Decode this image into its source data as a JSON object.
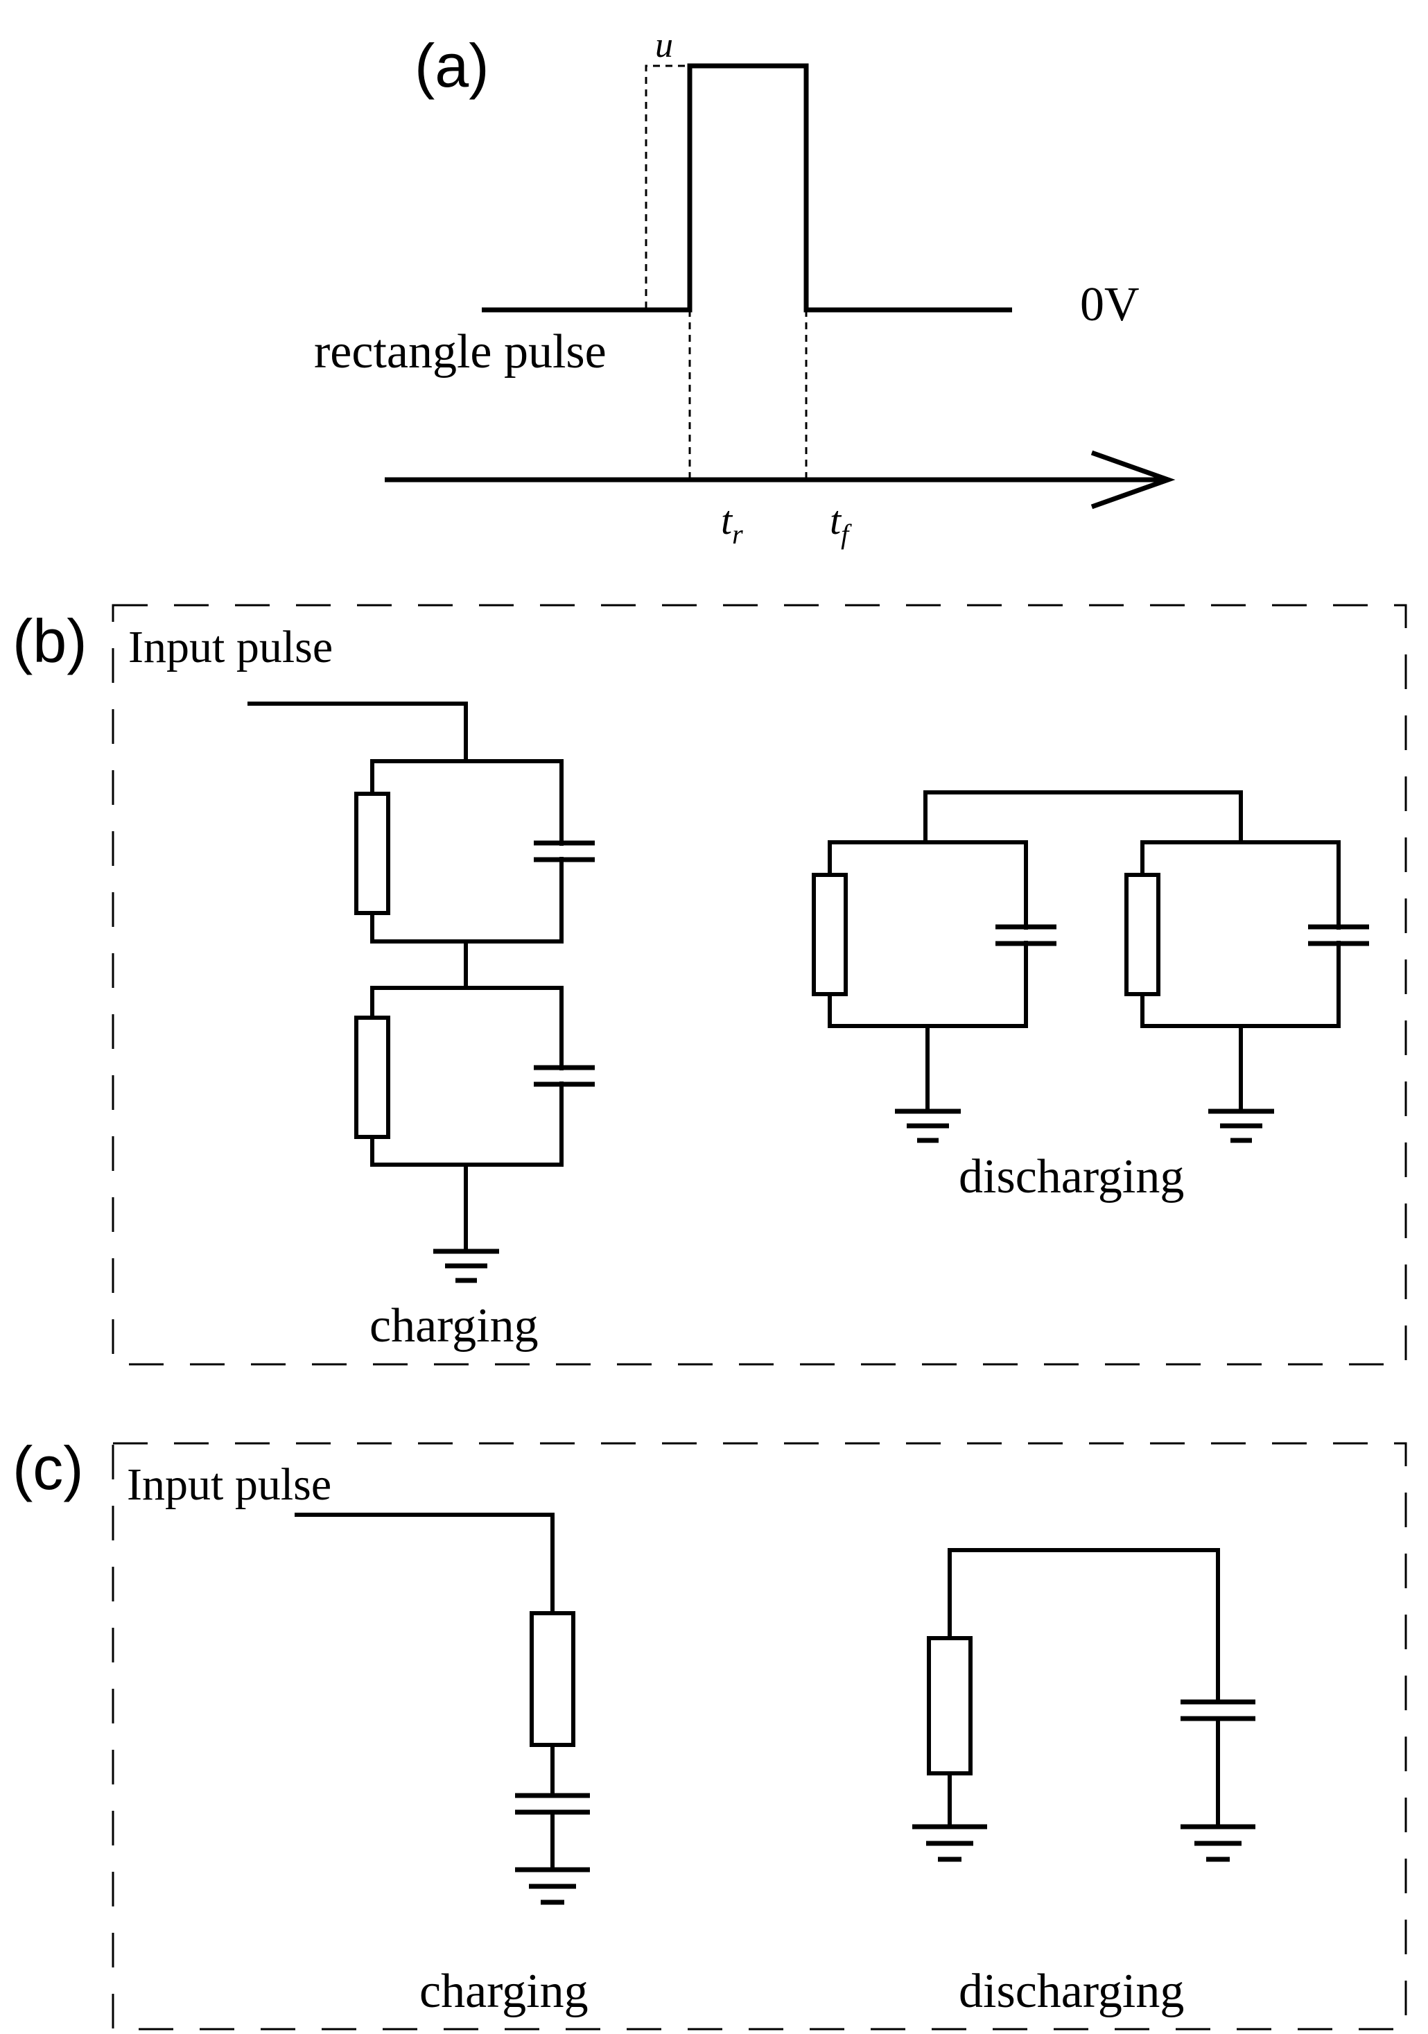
{
  "panel_a": {
    "label": "(a)",
    "amplitude_label": "u",
    "zero_label": "0V",
    "pulse_label": "rectangle pulse",
    "rise_time_label": "t",
    "rise_time_sub": "r",
    "fall_time_label": "t",
    "fall_time_sub": "f"
  },
  "panel_b": {
    "label": "(b)",
    "input_label": "Input pulse",
    "charging_label": "charging",
    "discharging_label": "discharging"
  },
  "panel_c": {
    "label": "(c)",
    "input_label": "Input pulse",
    "charging_label": "charging",
    "discharging_label": "discharging"
  }
}
